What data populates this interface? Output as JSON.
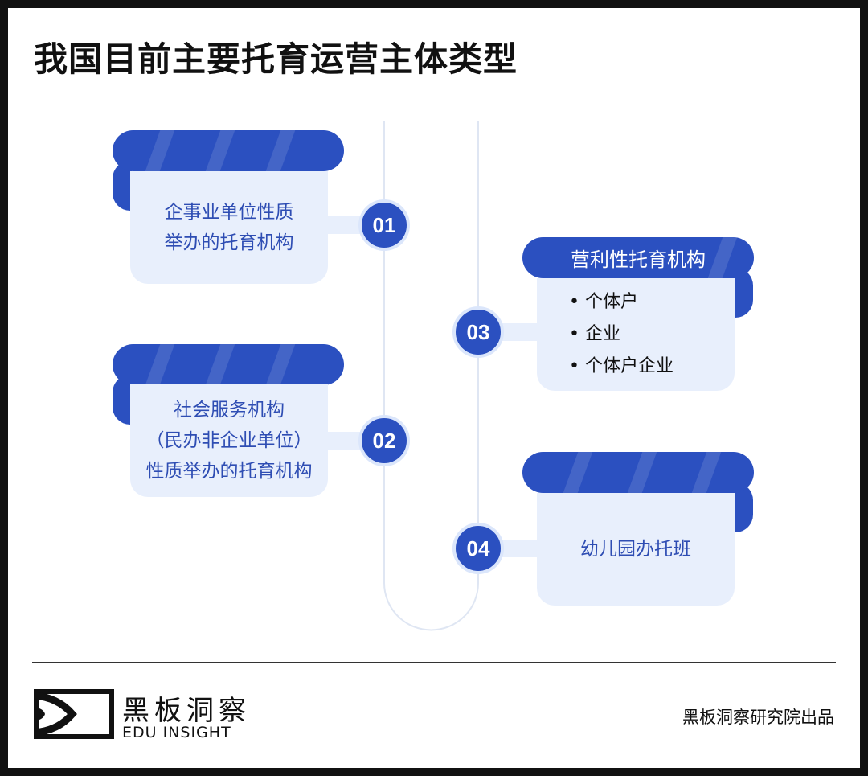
{
  "title": "我国目前主要托育运营主体类型",
  "items": [
    {
      "number": "01",
      "lines": [
        "企事业单位性质",
        "举办的托育机构"
      ]
    },
    {
      "number": "02",
      "lines": [
        "社会服务机构",
        "（民办非企业单位）",
        "性质举办的托育机构"
      ]
    },
    {
      "number": "03",
      "heading": "营利性托育机构",
      "bullets": [
        "个体户",
        "企业",
        "个体户企业"
      ]
    },
    {
      "number": "04",
      "lines": [
        "幼儿园办托班"
      ]
    }
  ],
  "footer": {
    "logo_cn": "黑板洞察",
    "logo_en": "EDU INSIGHT",
    "credit": "黑板洞察研究院出品"
  },
  "colors": {
    "accent": "#2b50c0",
    "card": "#e8effc",
    "text": "#2e4db3"
  }
}
